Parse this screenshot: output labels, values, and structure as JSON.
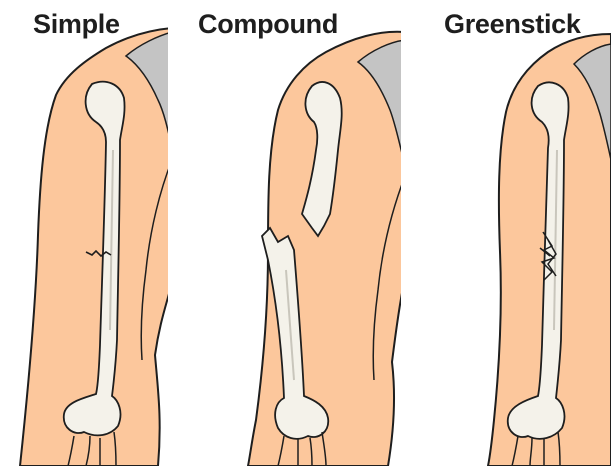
{
  "labels": {
    "simple": "Simple",
    "compound": "Compound",
    "greenstick": "Greenstick"
  },
  "colors": {
    "skin": "#fcc79c",
    "skin_outline": "#1e1e1e",
    "bone": "#f4f2ea",
    "bone_shade": "#c9c6bc",
    "shoulder_blade": "#c4c4c4",
    "background": "#ffffff"
  },
  "panels": [
    {
      "name": "simple",
      "fracture": "transverse crack across mid humerus, skin intact"
    },
    {
      "name": "compound",
      "fracture": "humerus split in two, broken ends displaced"
    },
    {
      "name": "greenstick",
      "fracture": "partial splintering on one side of the humerus"
    }
  ]
}
